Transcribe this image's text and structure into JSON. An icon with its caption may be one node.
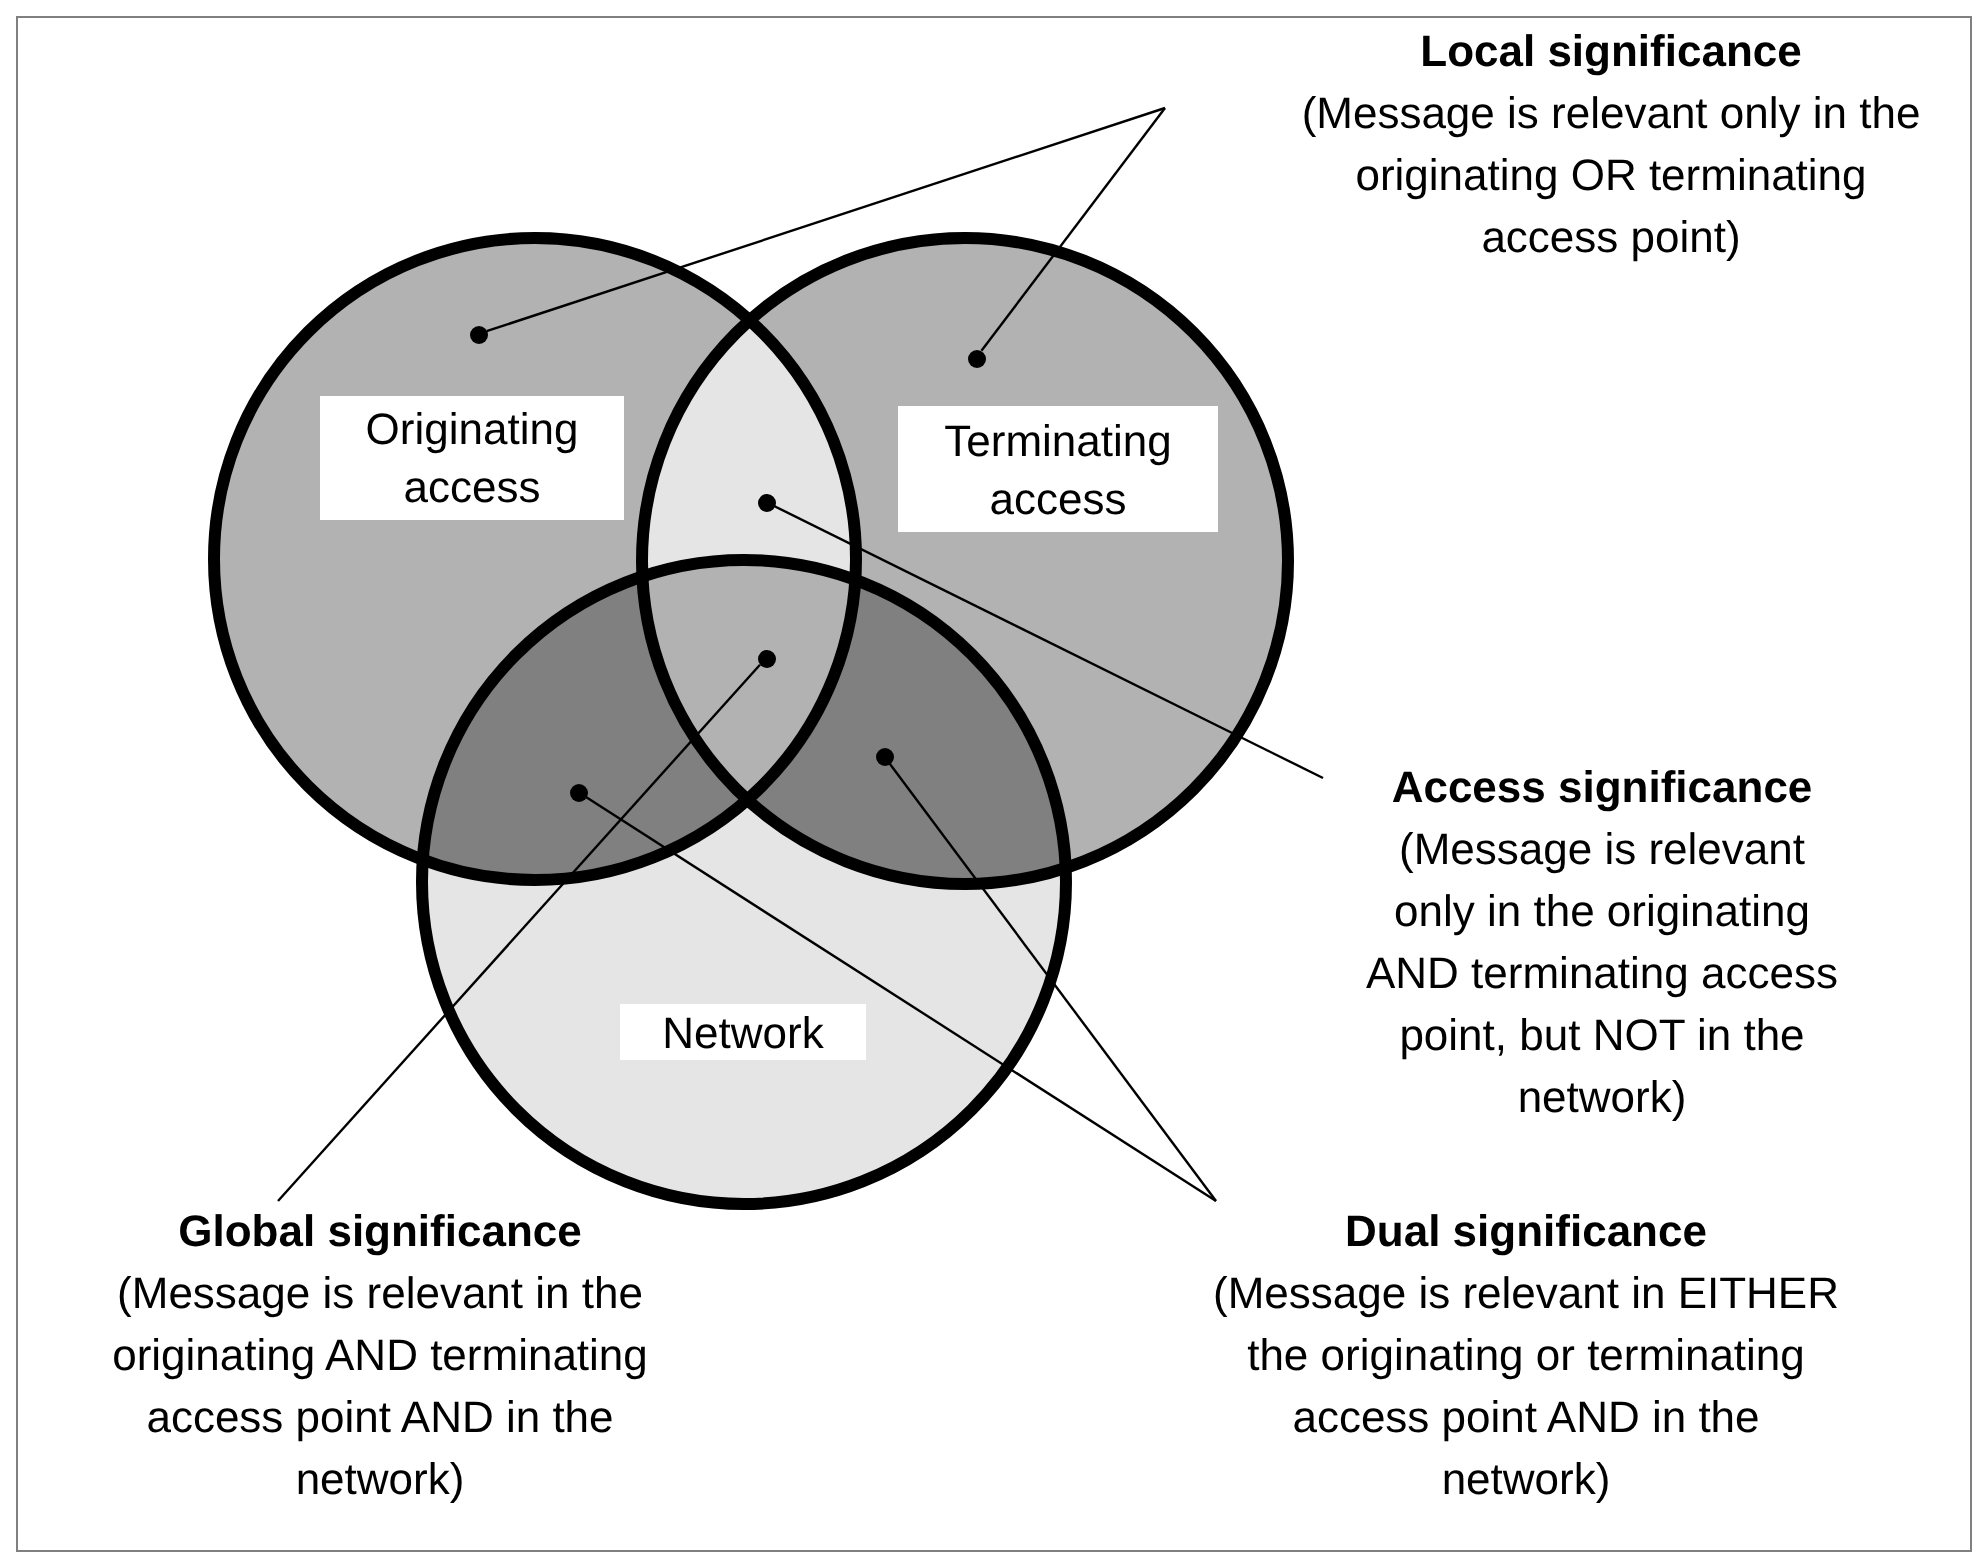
{
  "diagram": {
    "nodes": [
      {
        "text": [
          "Originating access"
        ]
      },
      {
        "text": [
          "Terminating access"
        ]
      },
      {
        "text": [
          "Network"
        ]
      },
      {
        "text": [
          "Local significance",
          "(Message is relevant only in the originating OR terminating access point)"
        ]
      },
      {
        "text": [
          "Access significance",
          "(Message is relevant only in the originating AND terminating access point, but NOT in the network)"
        ]
      },
      {
        "text": [
          "Global significance",
          "(Message is relevant in the originating AND terminating access point AND in the network)"
        ]
      },
      {
        "text": [
          "Dual significance",
          "(Message is relevant in EITHER the originating or terminating access point AND in the network)"
        ]
      },
      {
        "text": [],
        "shape": "circle",
        "in": 0
      },
      {
        "text": [],
        "shape": "circle",
        "in": 1
      },
      {
        "text": [],
        "shape": "circle"
      },
      {
        "text": [],
        "shape": "circle"
      },
      {
        "text": [],
        "shape": "circle"
      },
      {
        "text": [],
        "shape": "circle"
      }
    ],
    "edges": [
      {
        "from": 3,
        "to": 7,
        "arrow": "none"
      },
      {
        "from": 3,
        "to": 8,
        "arrow": "none"
      },
      {
        "from": 4,
        "to": 9,
        "arrow": "none"
      },
      {
        "from": 5,
        "to": 10,
        "arrow": "none"
      },
      {
        "from": 6,
        "to": 11,
        "arrow": "none"
      },
      {
        "from": 6,
        "to": 12,
        "arrow": "none"
      }
    ]
  }
}
